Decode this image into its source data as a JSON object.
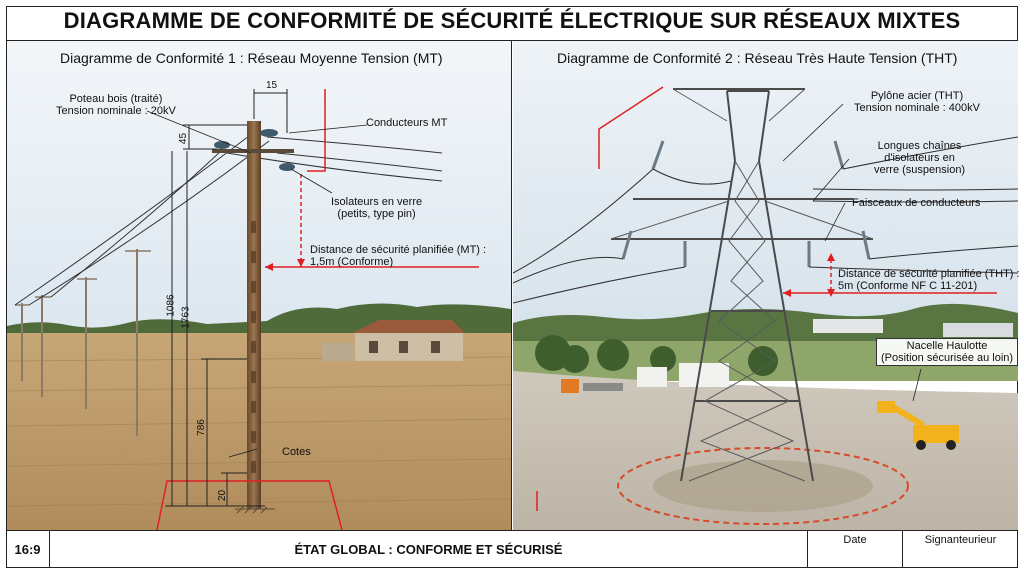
{
  "title": "DIAGRAMME DE CONFORMITÉ DE SÉCURITÉ ÉLECTRIQUE SUR RÉSEAUX MIXTES",
  "panel1": {
    "title": "Diagramme de Conformité 1 : Réseau Moyenne Tension (MT)",
    "labels": {
      "pole_line1": "Poteau bois (traité)",
      "pole_line2": "Tension nominale : 20kV",
      "conductors": "Conducteurs MT",
      "insulators_line1": "Isolateurs en verre",
      "insulators_line2": "(petits, type pin)",
      "distance_line1": "Distance de sécurité planifiée (MT) :",
      "distance_line2": "1,5m (Conforme)",
      "cotes": "Cotes"
    },
    "dimensions": {
      "d15": "15",
      "d45": "45",
      "d1086": "1086",
      "d1763": "1763",
      "d786": "786",
      "d20": "20"
    }
  },
  "panel2": {
    "title": "Diagramme de Conformité 2 : Réseau Très Haute Tension (THT)",
    "labels": {
      "pylon_line1": "Pylône acier (THT)",
      "pylon_line2": "Tension nominale : 400kV",
      "chains_line1": "Longues chaînes",
      "chains_line2": "d'isolateurs en",
      "chains_line3": "verre (suspension)",
      "bundles": "Faisceaux de conducteurs",
      "distance_line1": "Distance de sécurité planifiée (THT) :",
      "distance_line2": "5m (Conforme NF C 11-201)",
      "lift_line1": "Nacelle Haulotte",
      "lift_line2": "(Position sécurisée au loin)"
    }
  },
  "footer": {
    "ratio": "16:9",
    "status": "ÉTAT GLOBAL : CONFORME ET SÉCURISÉ",
    "date_label": "Date",
    "signature_label": "Signanteurieur"
  },
  "colors": {
    "annotation_red": "#e02020",
    "dimension_ink": "#222222",
    "sky": "#dfe9f2",
    "field": "#c9a978"
  }
}
